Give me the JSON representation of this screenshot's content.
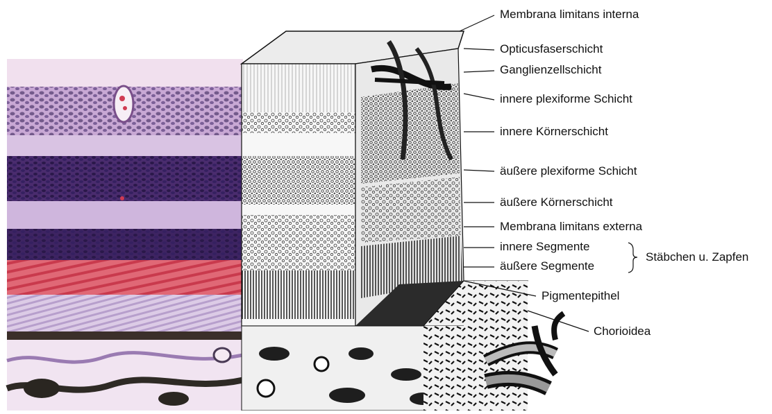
{
  "labels": [
    "Membrana limitans interna",
    "Opticusfaserschicht",
    "Ganglienzellschicht",
    "innere plexiforme Schicht",
    "innere Körnerschicht",
    "äußere plexiforme Schicht",
    "äußere Körnerschicht",
    "Membrana  limitans externa",
    "innere Segmente",
    "äußere Segmente",
    "Pigmentepithel",
    "Chorioidea"
  ],
  "group_label": "Stäbchen u. Zapfen",
  "colors": {
    "stain_pink": "#e6c9e3",
    "stain_purple": "#6b3f83",
    "stain_dark_purple": "#3a2358",
    "stain_red": "#d8505e",
    "drawing_ink": "#1a1a1a"
  }
}
